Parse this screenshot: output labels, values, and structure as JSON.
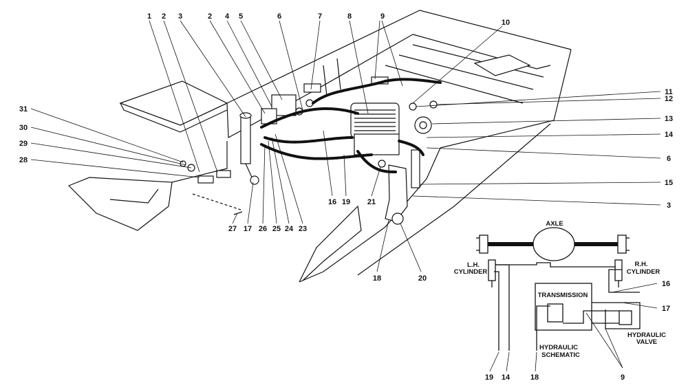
{
  "callouts": {
    "c1": "1",
    "c2a": "2",
    "c3a": "3",
    "c2b": "2",
    "c4": "4",
    "c5": "5",
    "c6a": "6",
    "c7": "7",
    "c8": "8",
    "c9": "9",
    "c10": "10",
    "c11": "11",
    "c12": "12",
    "c13": "13",
    "c14": "14",
    "c6b": "6",
    "c15": "15",
    "c3b": "3",
    "c31": "31",
    "c30": "30",
    "c29": "29",
    "c28": "28",
    "c27": "27",
    "c17": "17",
    "c26": "26",
    "c25": "25",
    "c24": "24",
    "c23": "23",
    "c16": "16",
    "c19": "19",
    "c21": "21",
    "c18": "18",
    "c20": "20"
  },
  "schematic": {
    "axle": "AXLE",
    "lh_cylinder_1": "L.H.",
    "lh_cylinder_2": "CYLINDER",
    "rh_cylinder_1": "R.H.",
    "rh_cylinder_2": "CYLINDER",
    "transmission": "TRANSMISSION",
    "hydraulic_valve_1": "HYDRAULIC",
    "hydraulic_valve_2": "VALVE",
    "title_1": "HYDRAULIC",
    "title_2": "SCHEMATIC",
    "c16": "16",
    "c17": "17",
    "c19": "19",
    "c14": "14",
    "c18": "18",
    "c9": "9"
  }
}
